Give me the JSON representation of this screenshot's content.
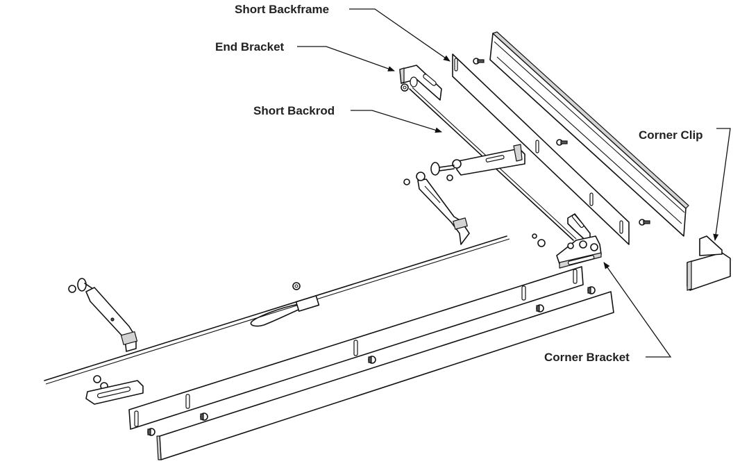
{
  "labels": {
    "short_backframe": "Short Backframe",
    "end_bracket": "End Bracket",
    "short_backrod": "Short Backrod",
    "corner_clip": "Corner Clip",
    "corner_bracket": "Corner Bracket"
  }
}
